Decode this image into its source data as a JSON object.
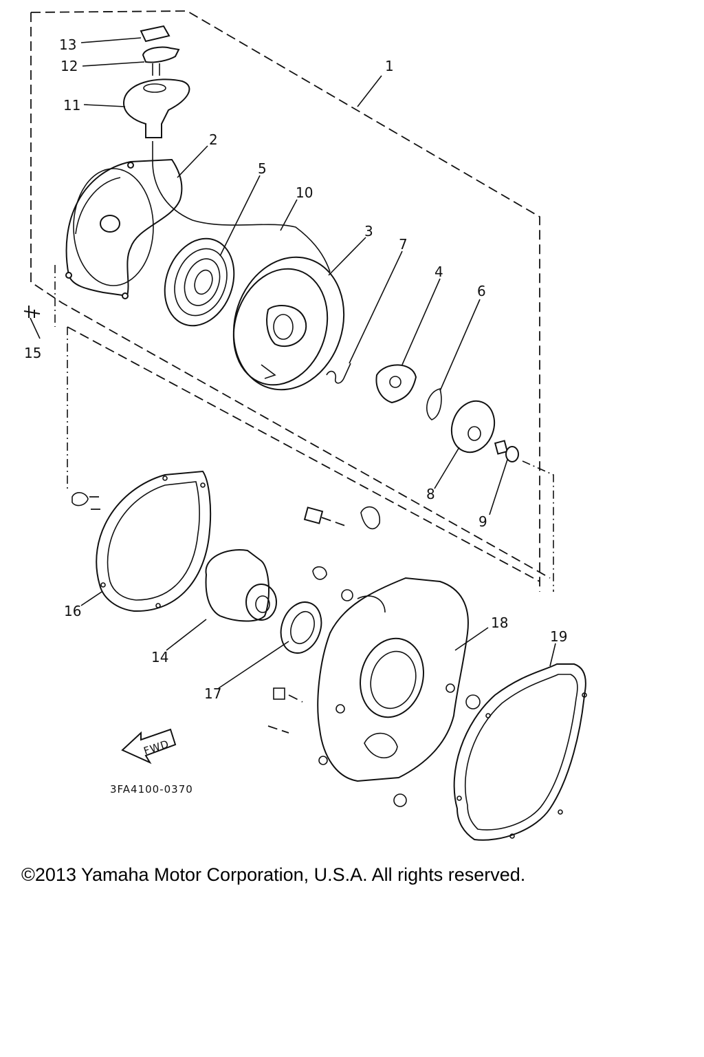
{
  "diagram": {
    "part_labels": [
      "1",
      "2",
      "3",
      "4",
      "5",
      "6",
      "7",
      "8",
      "9",
      "10",
      "11",
      "12",
      "13",
      "14",
      "15",
      "16",
      "17",
      "18",
      "19"
    ],
    "direction_label": "FWD",
    "drawing_code": "3FA4100-0370"
  },
  "footer": {
    "copyright": "©2013 Yamaha Motor Corporation, U.S.A. All rights reserved."
  }
}
